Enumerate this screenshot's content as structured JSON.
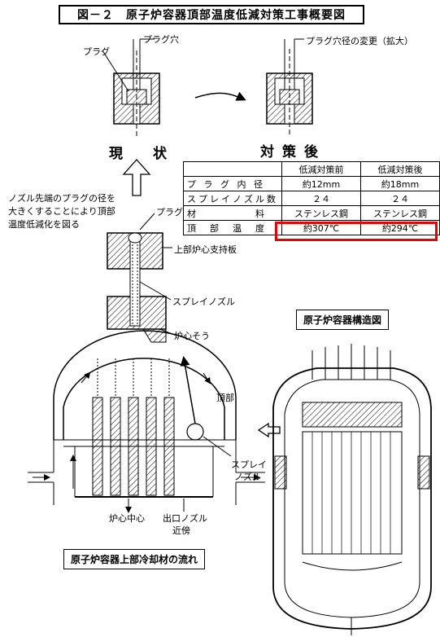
{
  "figure": {
    "title": "図－２　原子炉容器頂部温度低減対策工事概要図"
  },
  "plug_detail": {
    "current_hole_label": "プラグ穴",
    "current_plug_label": "プラグ",
    "after_label": "プラグ穴径の変更（拡大）",
    "current_caption": "現　状",
    "after_caption": "対策後"
  },
  "measure_note": {
    "lines": [
      "ノズル先端のプラグの径を",
      "大きくすることにより頂部",
      "温度低減化を図る"
    ]
  },
  "comparison_table": {
    "columns": [
      "低減対策前",
      "低減対策後"
    ],
    "rows": [
      {
        "label": "プ ラ グ 内 径",
        "before": "約12mm",
        "after": "約18mm"
      },
      {
        "label": "スプレイノズル数",
        "before": "２４",
        "after": "２４"
      },
      {
        "label": "材　　　　　料",
        "before": "ステンレス鋼",
        "after": "ステンレス鋼"
      },
      {
        "label": "頂　部　温　度",
        "before": "約307℃",
        "after": "約294℃"
      }
    ]
  },
  "nozzle_detail": {
    "plug_label": "プラグ",
    "support_plate_label": "上部炉心支持板",
    "spray_nozzle_label": "スプレイノズル",
    "core_barrel_label": "炉心そう"
  },
  "flow_diagram": {
    "top_label": "頂部",
    "spray_nozzle_label_1": "スプレイ",
    "spray_nozzle_label_2": "ノズル",
    "core_center_label": "炉心中心",
    "outlet_label_1": "出口ノズル",
    "outlet_label_2": "近傍",
    "caption": "原子炉容器上部冷却材の流れ"
  },
  "structure": {
    "caption": "原子炉容器構造図"
  },
  "colors": {
    "highlight": "#e60000",
    "ink": "#000000"
  }
}
